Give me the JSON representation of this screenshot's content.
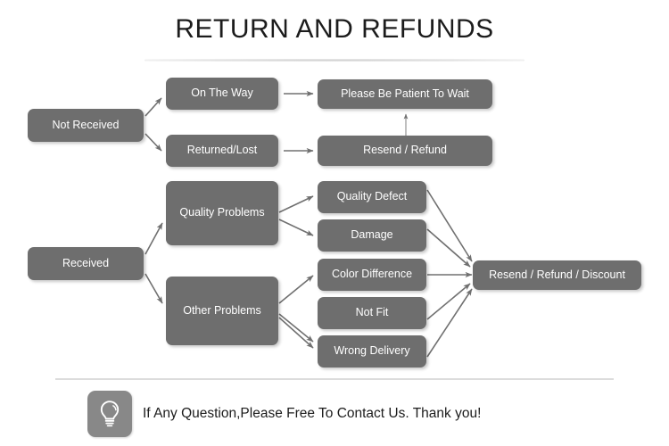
{
  "page": {
    "title": "RETURN AND REFUNDS",
    "background_color": "#ffffff",
    "node_fill_color": "#6e6e6e",
    "node_text_color": "#ffffff",
    "arrow_color": "#707070",
    "divider_color": "#dcdcdc"
  },
  "nodes": {
    "not_received": "Not Received",
    "on_the_way": "On The Way",
    "returned_lost": "Returned/Lost",
    "please_wait": "Please Be Patient To Wait",
    "resend_refund": "Resend / Refund",
    "received": "Received",
    "quality_problems": "Quality Problems",
    "other_problems": "Other Problems",
    "quality_defect": "Quality Defect",
    "damage": "Damage",
    "color_difference": "Color Difference",
    "not_fit": "Not Fit",
    "wrong_delivery": "Wrong Delivery",
    "resend_refund_discount": "Resend / Refund / Discount"
  },
  "footer": {
    "icon": "lightbulb-icon",
    "text": "If Any Question,Please Free To Contact Us. Thank you!"
  },
  "chart_data": {
    "type": "diagram",
    "title": "RETURN AND REFUNDS",
    "diagram_kind": "flowchart",
    "branches": [
      {
        "root": "Not Received",
        "paths": [
          {
            "steps": [
              "Not Received",
              "On The Way",
              "Please Be Patient To Wait"
            ]
          },
          {
            "steps": [
              "Not Received",
              "Returned/Lost",
              "Resend / Refund"
            ]
          }
        ]
      },
      {
        "root": "Received",
        "paths": [
          {
            "steps": [
              "Received",
              "Quality Problems",
              "Quality Defect",
              "Resend / Refund / Discount"
            ]
          },
          {
            "steps": [
              "Received",
              "Quality Problems",
              "Damage",
              "Resend / Refund / Discount"
            ]
          },
          {
            "steps": [
              "Received",
              "Other Problems",
              "Color Difference",
              "Resend / Refund / Discount"
            ]
          },
          {
            "steps": [
              "Received",
              "Other Problems",
              "Not Fit",
              "Resend / Refund / Discount"
            ]
          },
          {
            "steps": [
              "Received",
              "Other Problems",
              "Wrong Delivery",
              "Resend / Refund / Discount"
            ]
          }
        ]
      }
    ],
    "extra_edges": [
      {
        "from": "Resend / Refund",
        "to": "Please Be Patient To Wait",
        "direction": "up"
      }
    ]
  }
}
